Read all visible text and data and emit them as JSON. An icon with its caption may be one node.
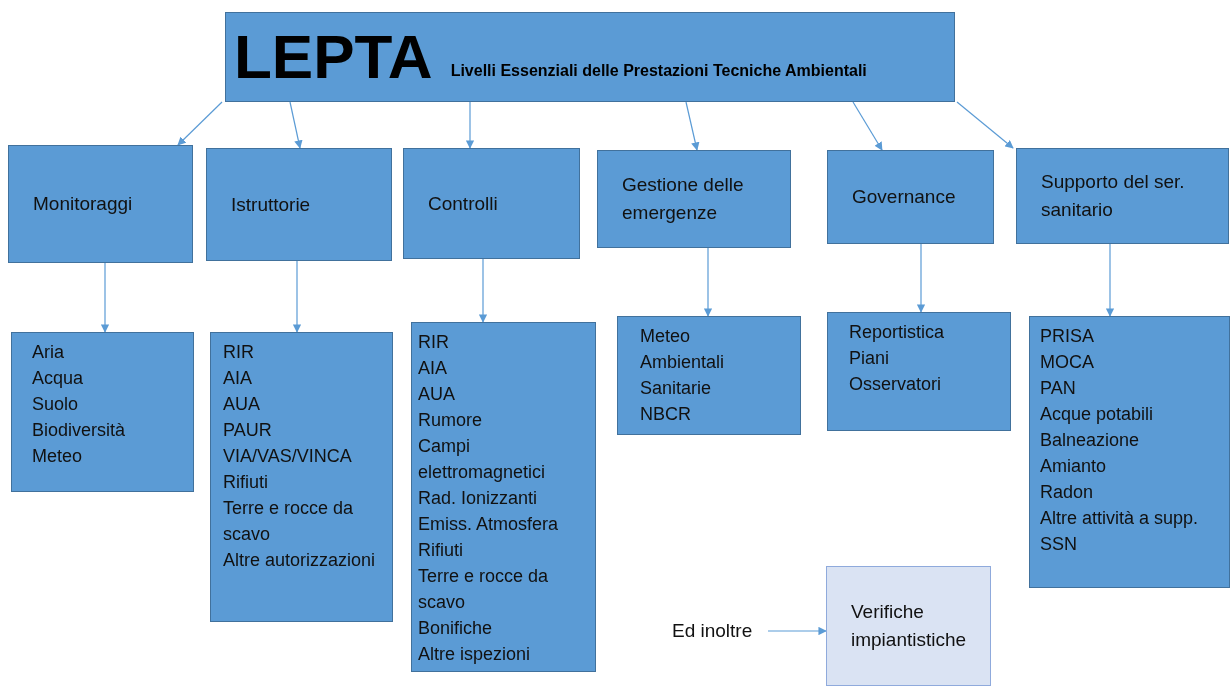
{
  "diagram": {
    "nodes": [
      {
        "text": [
          "LEPTA",
          "Livelli Essenziali delle Prestazioni Tecniche Ambientali"
        ]
      },
      {
        "text": [
          "Monitoraggi"
        ]
      },
      {
        "text": [
          "Istruttorie"
        ]
      },
      {
        "text": [
          "Controlli"
        ]
      },
      {
        "text": [
          "Gestione delle emergenze"
        ]
      },
      {
        "text": [
          "Governance"
        ]
      },
      {
        "text": [
          "Supporto del ser. sanitario"
        ]
      },
      {
        "text": [
          "Aria",
          "Acqua",
          "Suolo",
          "Biodiversità",
          "Meteo"
        ]
      },
      {
        "text": [
          "RIR",
          "AIA",
          "AUA",
          "PAUR",
          "VIA/VAS/VINCA",
          "Rifiuti",
          "Terre e rocce da scavo",
          "Altre autorizzazioni"
        ]
      },
      {
        "text": [
          "RIR",
          "AIA",
          "AUA",
          "Rumore",
          "Campi elettromagnetici",
          "Rad. Ionizzanti",
          "Emiss. Atmosfera",
          "Rifiuti",
          "Terre e rocce da scavo",
          "Bonifiche",
          "Altre ispezioni"
        ]
      },
      {
        "text": [
          "Meteo",
          "Ambientali",
          "Sanitarie",
          "NBCR"
        ]
      },
      {
        "text": [
          "Reportistica",
          "Piani",
          "Osservatori"
        ]
      },
      {
        "text": [
          "PRISA",
          "MOCA",
          "PAN",
          "Acque potabili",
          "Balneazione",
          "Amianto",
          "Radon",
          "Altre attività a supp. SSN"
        ]
      },
      {
        "text": [
          "Ed inoltre"
        ]
      },
      {
        "text": [
          "Verifiche impiantistiche"
        ]
      }
    ],
    "edges": [
      {
        "from": 0,
        "to": 1,
        "arrow": "to"
      },
      {
        "from": 0,
        "to": 2,
        "arrow": "to"
      },
      {
        "from": 0,
        "to": 3,
        "arrow": "to"
      },
      {
        "from": 0,
        "to": 4,
        "arrow": "to"
      },
      {
        "from": 0,
        "to": 5,
        "arrow": "to"
      },
      {
        "from": 0,
        "to": 6,
        "arrow": "to"
      },
      {
        "from": 1,
        "to": 7,
        "arrow": "to"
      },
      {
        "from": 2,
        "to": 8,
        "arrow": "to"
      },
      {
        "from": 3,
        "to": 9,
        "arrow": "to"
      },
      {
        "from": 4,
        "to": 10,
        "arrow": "to"
      },
      {
        "from": 5,
        "to": 11,
        "arrow": "to"
      },
      {
        "from": 6,
        "to": 12,
        "arrow": "to"
      },
      {
        "from": 13,
        "to": 14,
        "arrow": "to"
      }
    ]
  }
}
